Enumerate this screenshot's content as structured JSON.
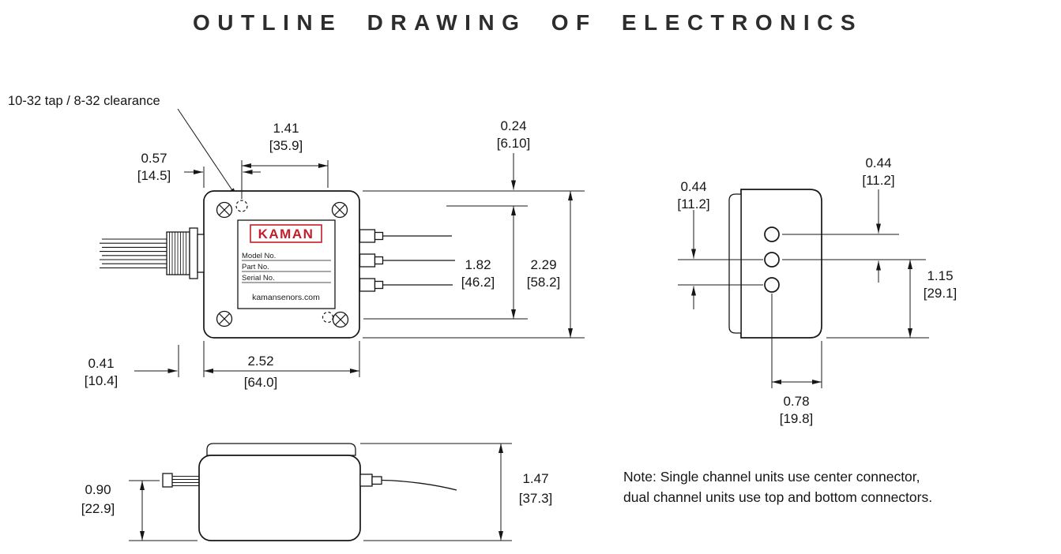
{
  "title": "OUTLINE DRAWING OF ELECTRONICS",
  "callout": {
    "text": "10-32 tap / 8-32 clearance"
  },
  "note": {
    "line1": "Note: Single channel units use center connector,",
    "line2": "dual channel units use top and bottom connectors."
  },
  "label": {
    "brand": "KAMAN",
    "brand_color": "#c41d2a",
    "fields": {
      "model": "Model No.",
      "part": "Part No.",
      "serial": "Serial No."
    },
    "website": "kamansenors.com"
  },
  "dims": {
    "front_hole_span_x": {
      "in": "1.41",
      "mm": "[35.9]"
    },
    "front_edge_to_hole": {
      "in": "0.57",
      "mm": "[14.5]"
    },
    "front_top_to_hole": {
      "in": "0.24",
      "mm": "[6.10]"
    },
    "front_hole_span_y": {
      "in": "1.82",
      "mm": "[46.2]"
    },
    "front_height": {
      "in": "2.29",
      "mm": "[58.2]"
    },
    "front_connector_offset": {
      "in": "0.41",
      "mm": "[10.4]"
    },
    "front_width": {
      "in": "2.52",
      "mm": "[64.0]"
    },
    "side_hole_spacing_left": {
      "in": "0.44",
      "mm": "[11.2]"
    },
    "side_hole_spacing_right": {
      "in": "0.44",
      "mm": "[11.2]"
    },
    "side_hole_to_base": {
      "in": "1.15",
      "mm": "[29.1]"
    },
    "side_hole_to_edge": {
      "in": "0.78",
      "mm": "[19.8]"
    },
    "bottom_connector_to_base": {
      "in": "0.90",
      "mm": "[22.9]"
    },
    "bottom_height": {
      "in": "1.47",
      "mm": "[37.3]"
    }
  }
}
